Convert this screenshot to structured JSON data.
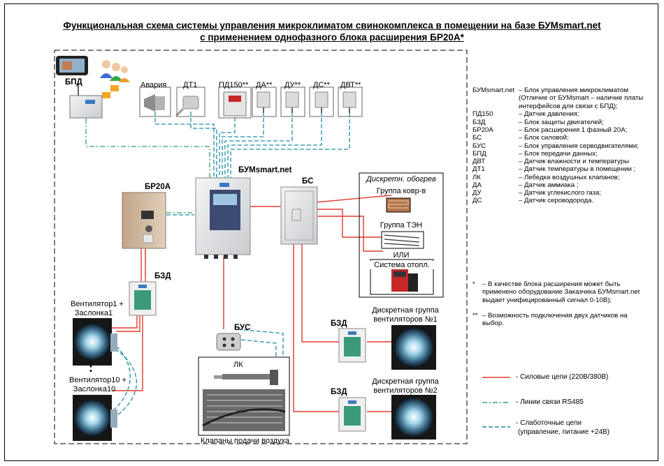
{
  "title": {
    "line1": "Функциональная схема системы управления микроклиматом свинокомплекса в помещении на базе БУМsmart.net",
    "line2": "с применением однофазного блока расширения БР20А*"
  },
  "sensors": [
    {
      "id": "avaria",
      "label": "Авария"
    },
    {
      "id": "dt1",
      "label": "ДТ1"
    },
    {
      "id": "pd150",
      "label": "ПД150**"
    },
    {
      "id": "da",
      "label": "ДА**"
    },
    {
      "id": "du",
      "label": "ДУ**"
    },
    {
      "id": "ds",
      "label": "ДС**"
    },
    {
      "id": "dvt",
      "label": "ДВТ**"
    }
  ],
  "blocks": {
    "bpd": "БПД",
    "bum": "БУМsmart.net",
    "br20a": "БР20А",
    "bs": "БС",
    "bzd_main": "БЗД",
    "bzd_g1": "БЗД",
    "bzd_g2": "БЗД",
    "bus": "БУС",
    "lk": "ЛК",
    "valves": "Клапаны подачи воздуха"
  },
  "fans": {
    "fan1_line1": "Вентилятор1 +",
    "fan1_line2": "Заслонка1",
    "fan10_line1": "Вентилятор10 +",
    "fan10_line2": "Заслонка10",
    "dots": "⋮",
    "group1_line1": "Дискретная группа",
    "group1_line2": "вентиляторов №1",
    "group2_line1": "Дискретная группа",
    "group2_line2": "вентиляторов №2"
  },
  "heating": {
    "title": "Дискретн. обогрев",
    "group_mat": "Группа ковр-в",
    "group_ten": "Группа ТЭН",
    "or": "ИЛИ",
    "system": "Система отопл."
  },
  "abbreviations": [
    {
      "k": "БУМsmart.net",
      "v": "– Блок управления микроклиматом (Отличие от БУМsmart – наличие платы интерфейсов для связи с БПД);"
    },
    {
      "k": "ПД150",
      "v": "– Датчик давления;"
    },
    {
      "k": "БЗД",
      "v": "– Блок защиты двигателей;"
    },
    {
      "k": "БР20А",
      "v": "– Блок расширения 1 фазный 20А;"
    },
    {
      "k": "БС",
      "v": "– Блок силовой;"
    },
    {
      "k": "БУС",
      "v": "– Блок управления серводвигателями;"
    },
    {
      "k": "БПД",
      "v": "– Блок передачи данных;"
    },
    {
      "k": "ДВТ",
      "v": "– Датчик влажности и температуры"
    },
    {
      "k": "ДТ1",
      "v": "– Датчик температуры в помещении ;"
    },
    {
      "k": "ЛК",
      "v": "– Лебедка воздушных клапанов;"
    },
    {
      "k": "ДА",
      "v": "– Датчик аммиака ;"
    },
    {
      "k": "ДУ",
      "v": "– Датчик углекислого газа;"
    },
    {
      "k": "ДС",
      "v": "– Датчик сероводорода."
    }
  ],
  "notes": [
    {
      "k": "*",
      "v": "– В качестве блока расширения может быть применено оборудование Заказчика БУМsmart.net выдает унифицированный сигнал 0-10В);"
    },
    {
      "k": "**",
      "v": "– Возможность подключения двух датчиков на выбор."
    }
  ],
  "legend": [
    {
      "id": "power",
      "label": "- Силовые цепи (220В/380В)",
      "color": "#e03a2f"
    },
    {
      "id": "rs485",
      "label": "- Линии связи RS485",
      "color": "#2aa36a"
    },
    {
      "id": "low",
      "label1": "- Слаботочные цепи",
      "label2": "(управление, питание +24В)",
      "color": "#1e8fa6"
    }
  ],
  "colors": {
    "power": "#e03a2f",
    "rs485": "#2aa36a",
    "low": "#1e8fa6",
    "box_grey": "#d9dce0",
    "bzd_green": "#3a9a7a"
  }
}
